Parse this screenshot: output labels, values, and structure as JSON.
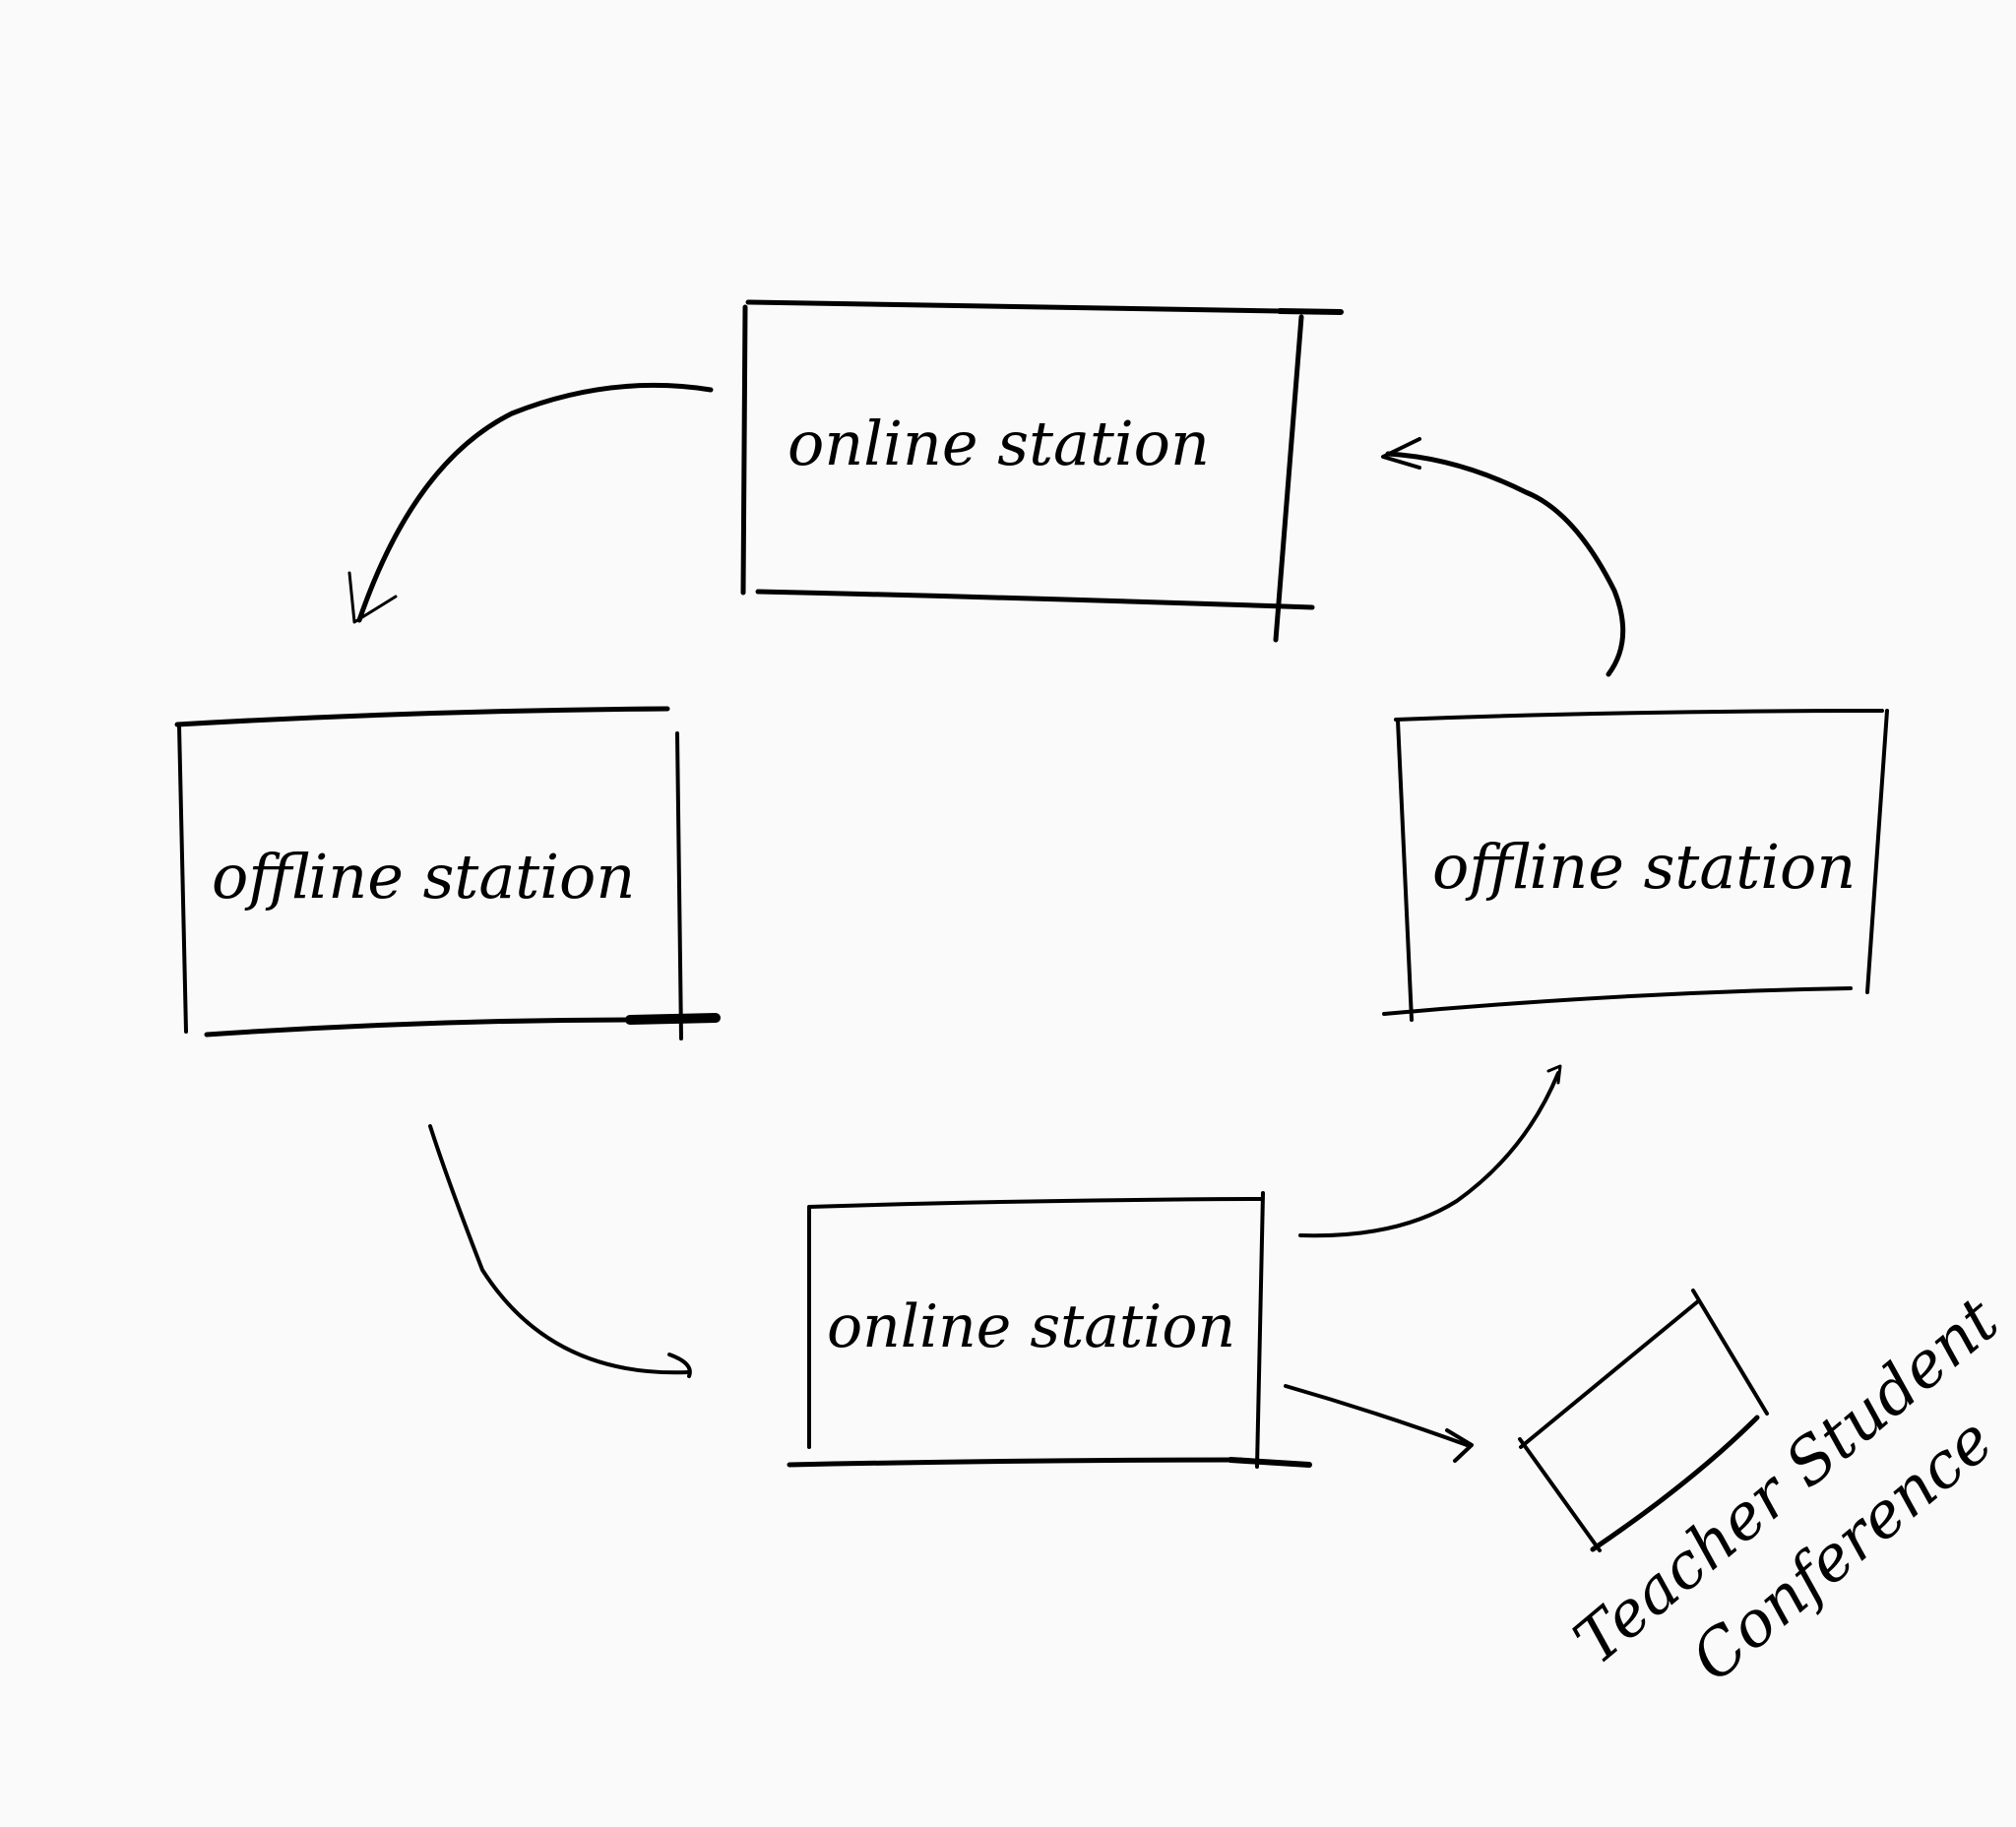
{
  "diagram": {
    "background": "#fafafa",
    "ink": "#000000",
    "nodes": [
      {
        "id": "online-top",
        "label": "online station"
      },
      {
        "id": "offline-left",
        "label": "offline station"
      },
      {
        "id": "offline-right",
        "label": "offline station"
      },
      {
        "id": "online-bottom",
        "label": "online station"
      },
      {
        "id": "teacher-conf",
        "label_line1": "Teacher Student",
        "label_line2": "Conference"
      }
    ],
    "edges": [
      {
        "from": "online-top",
        "to": "offline-left"
      },
      {
        "from": "offline-left",
        "to": "online-bottom"
      },
      {
        "from": "online-bottom",
        "to": "offline-right"
      },
      {
        "from": "offline-right",
        "to": "online-top"
      },
      {
        "from": "online-bottom",
        "to": "teacher-conf"
      }
    ]
  }
}
